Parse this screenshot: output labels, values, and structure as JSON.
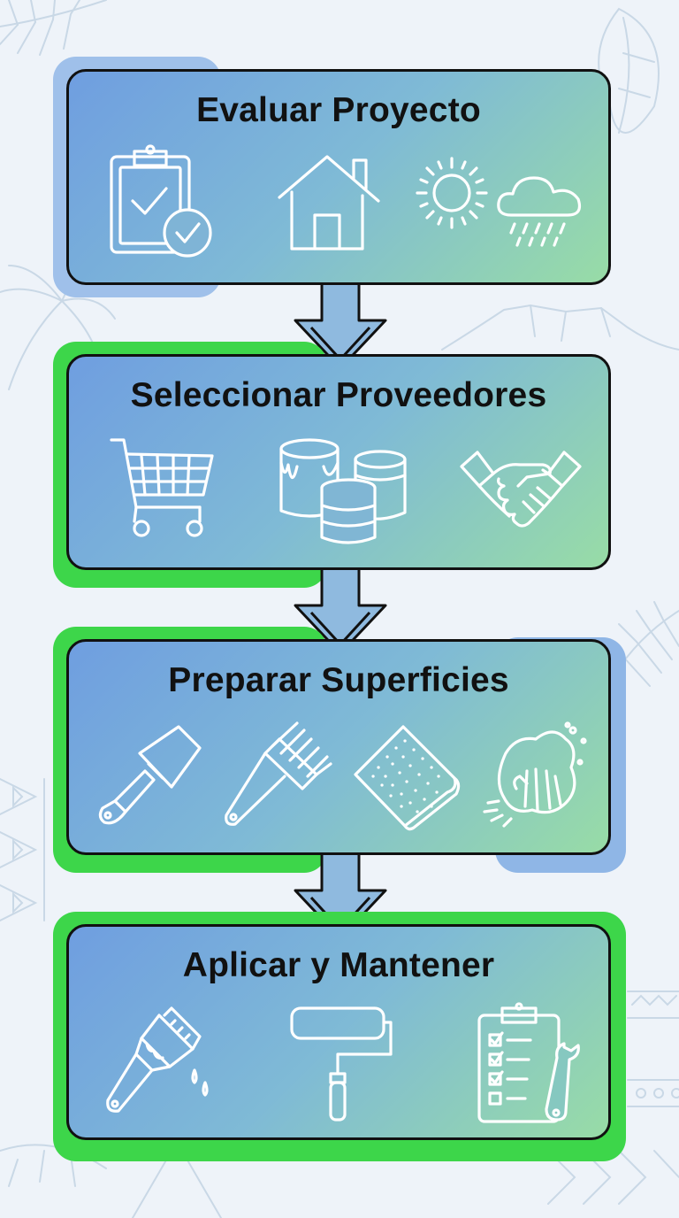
{
  "steps": [
    {
      "title": "Evaluar Proyecto",
      "icons": [
        "clipboard-check-icon",
        "house-icon",
        "sun-icon",
        "rain-cloud-icon"
      ]
    },
    {
      "title": "Seleccionar Proveedores",
      "icons": [
        "shopping-cart-icon",
        "paint-cans-icon",
        "handshake-icon"
      ]
    },
    {
      "title": "Preparar Superficies",
      "icons": [
        "putty-knife-icon",
        "wire-brush-icon",
        "sandpaper-icon",
        "cleaning-cloth-icon"
      ]
    },
    {
      "title": "Aplicar y Mantener",
      "icons": [
        "paintbrush-icon",
        "paint-roller-icon",
        "maintenance-checklist-icon"
      ]
    }
  ],
  "colors": {
    "card_gradient_start": "#6f9ee0",
    "card_gradient_end": "#98dca6",
    "accent_green": "#3dd64a",
    "accent_blue": "#8fb6e6",
    "border": "#111111",
    "icon_stroke": "#ffffff"
  }
}
